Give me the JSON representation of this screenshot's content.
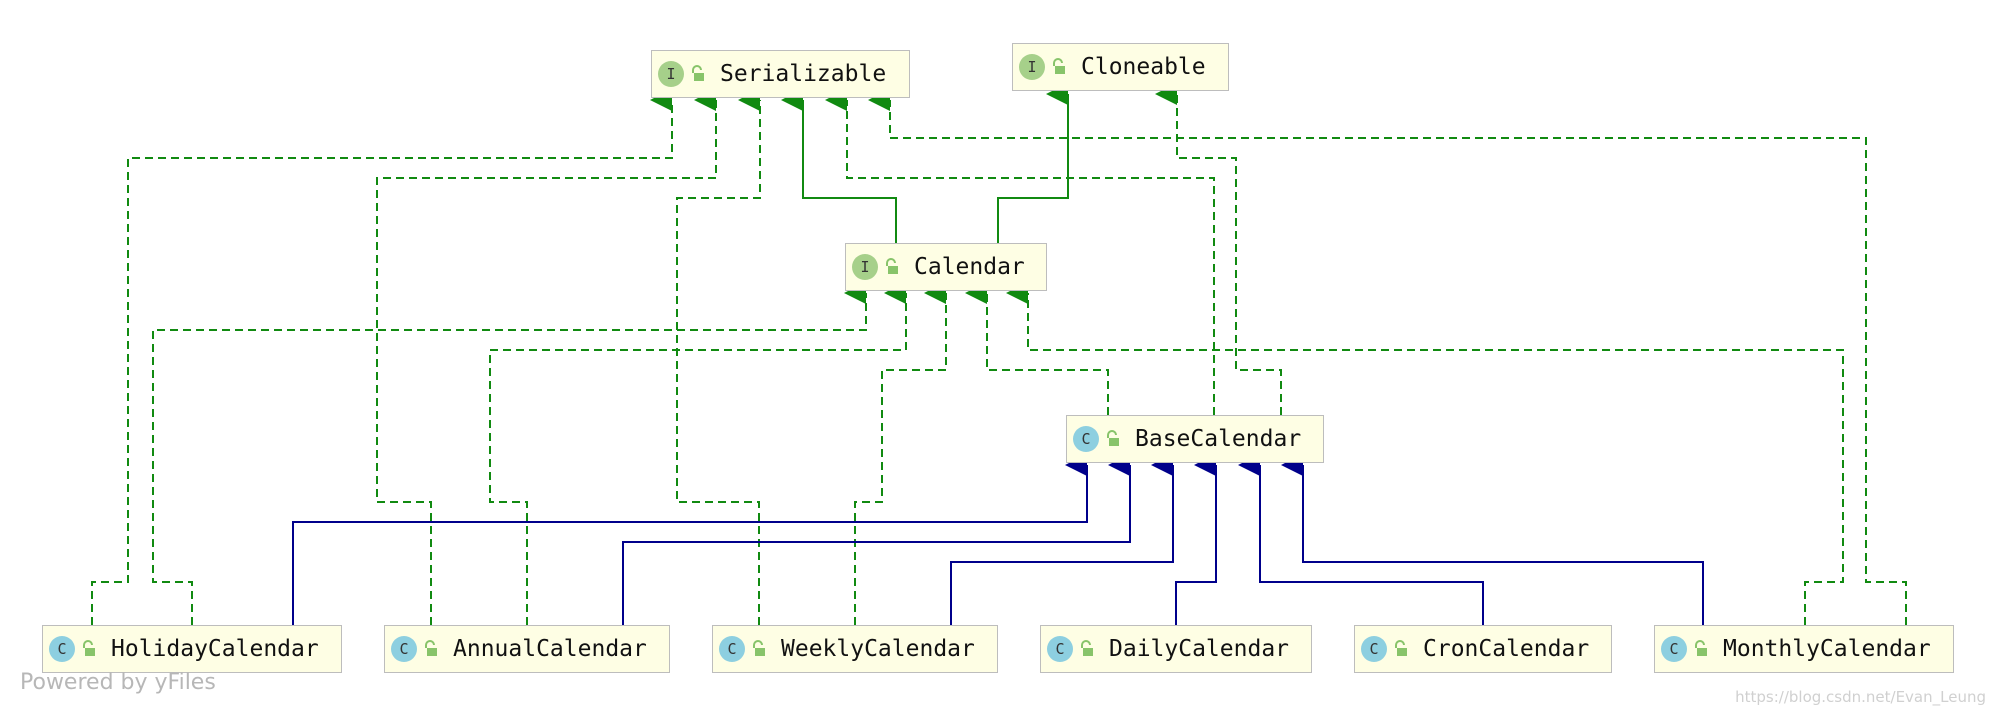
{
  "nodes": {
    "serializable": {
      "name": "Serializable",
      "kind": "I"
    },
    "cloneable": {
      "name": "Cloneable",
      "kind": "I"
    },
    "calendar": {
      "name": "Calendar",
      "kind": "I"
    },
    "base_calendar": {
      "name": "BaseCalendar",
      "kind": "C"
    },
    "holiday_calendar": {
      "name": "HolidayCalendar",
      "kind": "C"
    },
    "annual_calendar": {
      "name": "AnnualCalendar",
      "kind": "C"
    },
    "weekly_calendar": {
      "name": "WeeklyCalendar",
      "kind": "C"
    },
    "daily_calendar": {
      "name": "DailyCalendar",
      "kind": "C"
    },
    "cron_calendar": {
      "name": "CronCalendar",
      "kind": "C"
    },
    "monthly_calendar": {
      "name": "MonthlyCalendar",
      "kind": "C"
    }
  },
  "footer": {
    "powered_by": "Powered by yFiles",
    "watermark": "https://blog.csdn.net/Evan_Leung"
  },
  "colors": {
    "interface_edge": "#118a11",
    "extends_edge": "#00008b",
    "node_fill": "#fefee4",
    "node_border": "#bdbdbd",
    "interface_badge": "#a6d08a",
    "class_badge": "#8dcfe0"
  }
}
